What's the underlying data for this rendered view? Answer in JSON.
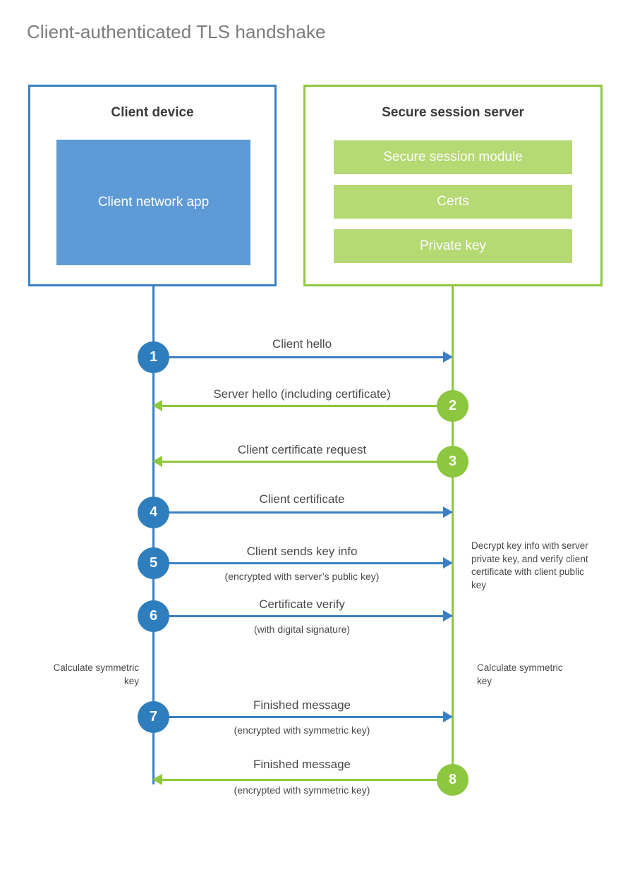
{
  "title": "Client-authenticated TLS handshake",
  "colors": {
    "blue_border": "#3a7fc1",
    "blue_fill": "#5e9bd6",
    "blue_circle": "#2e7ebd",
    "green_border": "#8fc73e",
    "green_fill": "#b5d973",
    "green_circle": "#8dc63f",
    "title_text": "#7c7c7c",
    "body_text": "#4a4a4a"
  },
  "actors": {
    "client": {
      "title": "Client device",
      "app_label": "Client network app"
    },
    "server": {
      "title": "Secure session server",
      "bars": [
        {
          "label": "Secure session module"
        },
        {
          "label": "Certs"
        },
        {
          "label": "Private key"
        }
      ]
    }
  },
  "steps": [
    {
      "number": "1",
      "label": "Client hello",
      "sub": "",
      "direction": "client-to-server",
      "color": "blue"
    },
    {
      "number": "2",
      "label": "Server hello (including certificate)",
      "sub": "",
      "direction": "server-to-client",
      "color": "green"
    },
    {
      "number": "3",
      "label": "Client certificate request",
      "sub": "",
      "direction": "server-to-client",
      "color": "green"
    },
    {
      "number": "4",
      "label": "Client certificate",
      "sub": "",
      "direction": "client-to-server",
      "color": "blue"
    },
    {
      "number": "5",
      "label": "Client sends key info",
      "sub": "(encrypted with server’s public key)",
      "direction": "client-to-server",
      "color": "blue"
    },
    {
      "number": "6",
      "label": "Certificate verify",
      "sub": "(with digital signature)",
      "direction": "client-to-server",
      "color": "blue"
    },
    {
      "number": "7",
      "label": "Finished message",
      "sub": "(encrypted with symmetric key)",
      "direction": "client-to-server",
      "color": "blue"
    },
    {
      "number": "8",
      "label": "Finished message",
      "sub": "(encrypted with symmetric key)",
      "direction": "server-to-client",
      "color": "green"
    }
  ],
  "notes": {
    "server_decrypt": "Decrypt key info with server private key, and verify client certificate with client public key",
    "client_calculate": "Calculate symmetric key",
    "server_calculate": "Calculate symmetric key"
  }
}
